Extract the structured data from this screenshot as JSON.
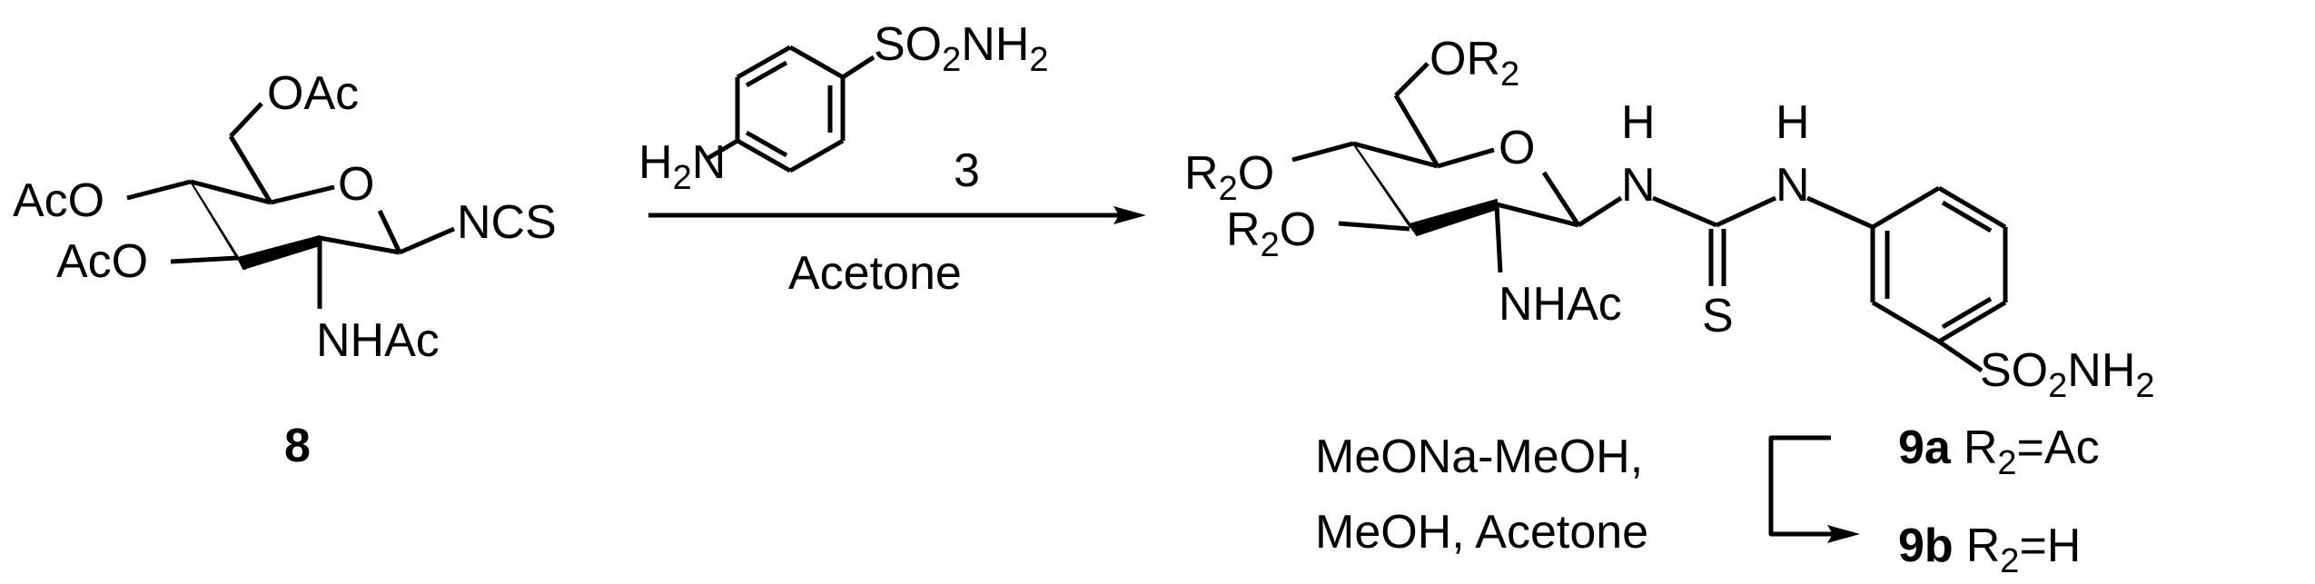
{
  "reactant": {
    "label": "8",
    "groups": {
      "oac_top": "OAc",
      "aco_c4": "AcO",
      "aco_c3": "AcO",
      "ring_o": "O",
      "ncs": "NCS",
      "nhac": "NHAc"
    }
  },
  "reagent": {
    "so2nh2": {
      "a": "SO",
      "b": "2",
      "c": "NH",
      "d": "2"
    },
    "h2n": {
      "a": "H",
      "b": "2",
      "c": "N"
    },
    "label": "3",
    "solvent": "Acetone"
  },
  "product": {
    "groups": {
      "or2": {
        "a": "OR",
        "b": "2"
      },
      "r2o_c4": {
        "a": "R",
        "b": "2",
        "c": "O"
      },
      "r2o_c3": {
        "a": "R",
        "b": "2",
        "c": "O"
      },
      "ring_o": "O",
      "nh_1": {
        "h": "H",
        "n": "N"
      },
      "nh_2": {
        "h": "H",
        "n": "N"
      },
      "s": "S",
      "nhac": "NHAc",
      "so2nh2": {
        "a": "SO",
        "b": "2",
        "c": "NH",
        "d": "2"
      }
    }
  },
  "deprotection": {
    "line1": "MeONa-MeOH,",
    "line2": "MeOH, Acetone"
  },
  "products": [
    {
      "id": "9a",
      "r": "R",
      "sub": "2",
      "eq": "=Ac"
    },
    {
      "id": "9b",
      "r": "R",
      "sub": "2",
      "eq": "=H"
    }
  ]
}
